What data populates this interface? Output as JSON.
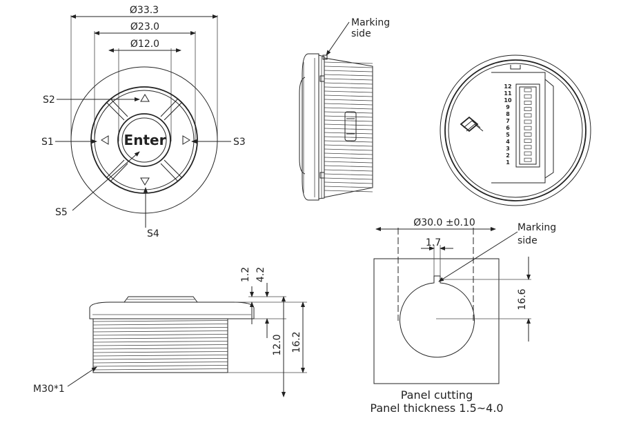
{
  "top_view": {
    "dia_outer": "Ø33.3",
    "dia_mid": "Ø23.0",
    "dia_inner": "Ø12.0",
    "center_label": "Enter",
    "switch_labels": {
      "s1": "S1",
      "s2": "S2",
      "s3": "S3",
      "s4": "S4",
      "s5": "S5"
    }
  },
  "side_view": {
    "marking_line1": "Marking",
    "marking_line2": "side"
  },
  "back_view": {
    "pins": [
      "12",
      "11",
      "10",
      "9",
      "8",
      "7",
      "6",
      "5",
      "4",
      "3",
      "2",
      "1"
    ]
  },
  "profile_view": {
    "dim_a": "1.2",
    "dim_b": "4.2",
    "dim_c": "12.0",
    "dim_d": "16.2",
    "thread": "M30*1"
  },
  "panel_cutting": {
    "dia": "Ø30.0 ±0.10",
    "notch_width": "1.7",
    "notch_height": "16.6",
    "marking_line1": "Marking",
    "marking_line2": "side",
    "caption_line1": "Panel cutting",
    "caption_line2": "Panel thickness 1.5~4.0"
  }
}
